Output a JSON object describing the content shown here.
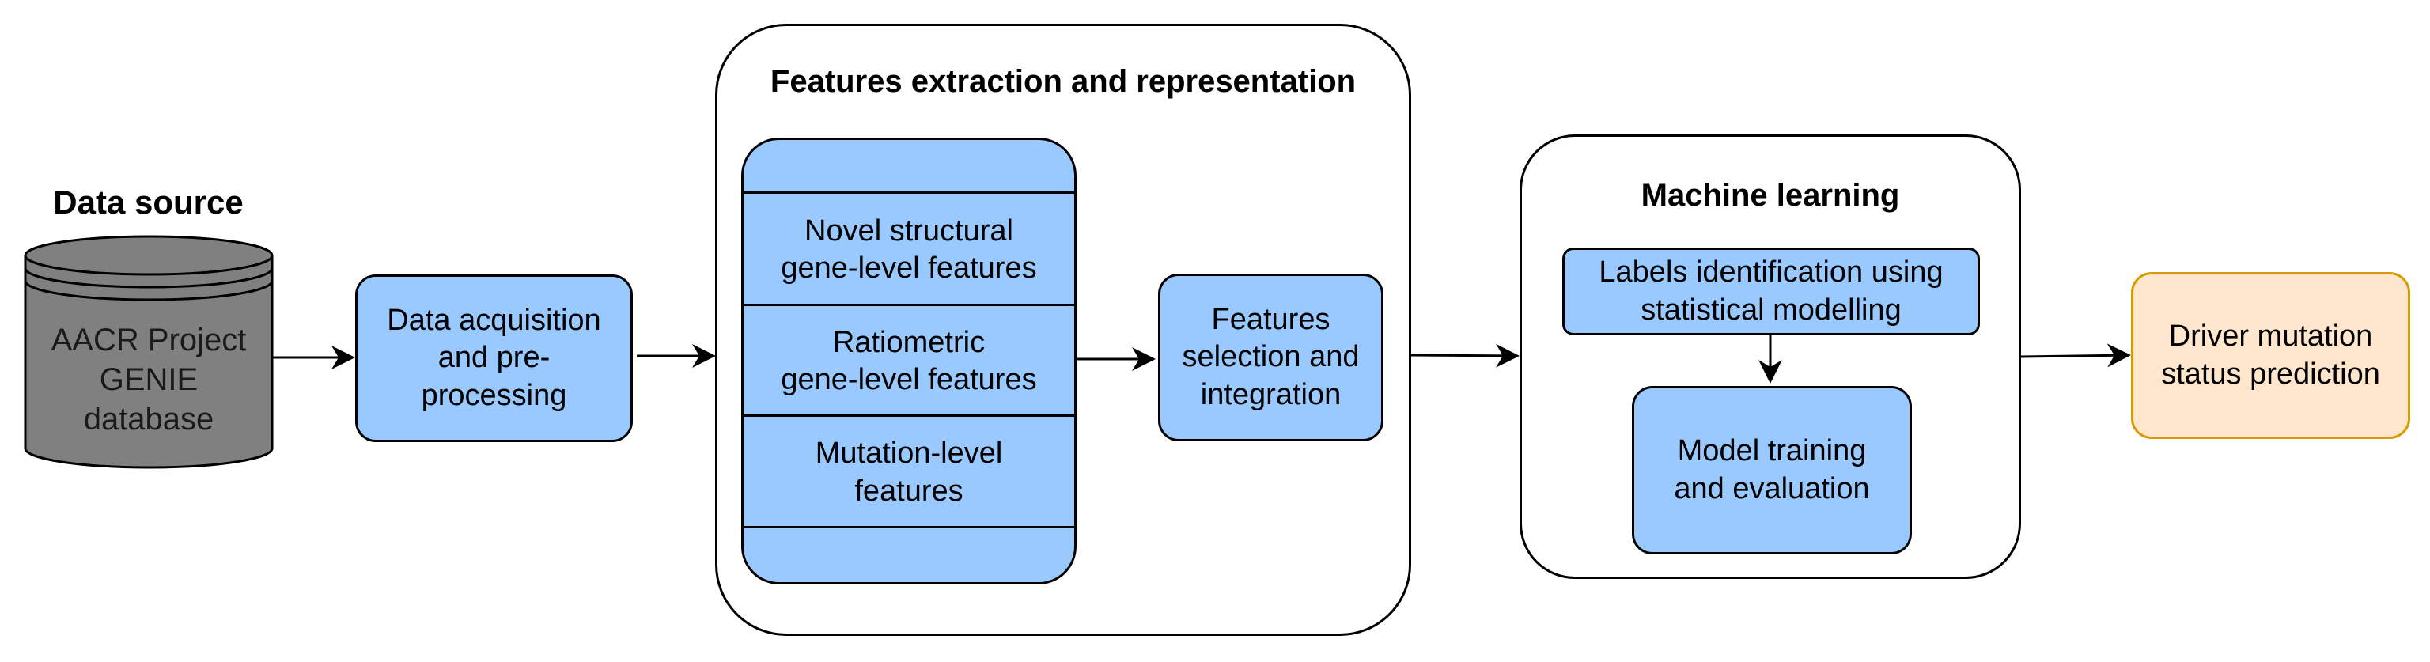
{
  "colors": {
    "process_fill": "#99c9ff",
    "database_fill": "#808080",
    "output_fill": "#ffe6cc",
    "output_border": "#d79b00",
    "line": "#000000"
  },
  "data_source": {
    "title": "Data source",
    "database_label": "AACR Project\nGENIE\ndatabase"
  },
  "acquisition": {
    "label": "Data acquisition\nand pre-\nprocessing"
  },
  "features": {
    "title": "Features extraction and representation",
    "list": [
      "Novel structural\ngene-level features",
      "Ratiometric\ngene-level features",
      "Mutation-level\nfeatures"
    ],
    "selection_label": "Features\nselection and\nintegration"
  },
  "machine_learning": {
    "title": "Machine learning",
    "labels_box": "Labels identification using\nstatistical modelling",
    "training_box": "Model training\nand evaluation"
  },
  "output": {
    "label": "Driver mutation\nstatus prediction"
  }
}
